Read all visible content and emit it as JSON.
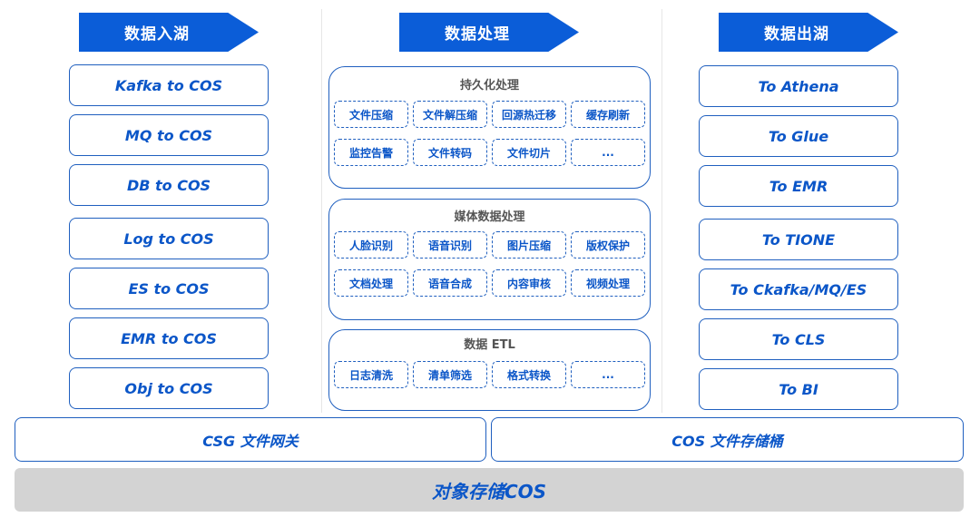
{
  "headers": {
    "ingest": "数据入湖",
    "process": "数据处理",
    "egress": "数据出湖"
  },
  "ingest_items": [
    "Kafka to COS",
    "MQ to COS",
    "DB to COS",
    "Log to COS",
    "ES to COS",
    "EMR to COS",
    "Obj to COS"
  ],
  "egress_items": [
    "To Athena",
    "To Glue",
    "To EMR",
    "To TIONE",
    "To Ckafka/MQ/ES",
    "To CLS",
    "To BI"
  ],
  "panels": {
    "persist": {
      "title": "持久化处理",
      "chips": [
        "文件压缩",
        "文件解压缩",
        "回源热迁移",
        "缓存刷新",
        "监控告警",
        "文件转码",
        "文件切片",
        "..."
      ]
    },
    "media": {
      "title": "媒体数据处理",
      "chips": [
        "人脸识别",
        "语音识别",
        "图片压缩",
        "版权保护",
        "文档处理",
        "语音合成",
        "内容审核",
        "视频处理"
      ]
    },
    "etl": {
      "title": "数据 ETL",
      "chips": [
        "日志清洗",
        "清单筛选",
        "格式转换",
        "..."
      ]
    }
  },
  "base": {
    "gateway": "CSG 文件网关",
    "bucket": "COS 文件存储桶",
    "storage": "对象存储COS"
  },
  "colors": {
    "accent": "#0b5dd8",
    "border": "#1f5fbf",
    "text": "#0b56c8",
    "storage_bg": "#d3d3d3"
  }
}
